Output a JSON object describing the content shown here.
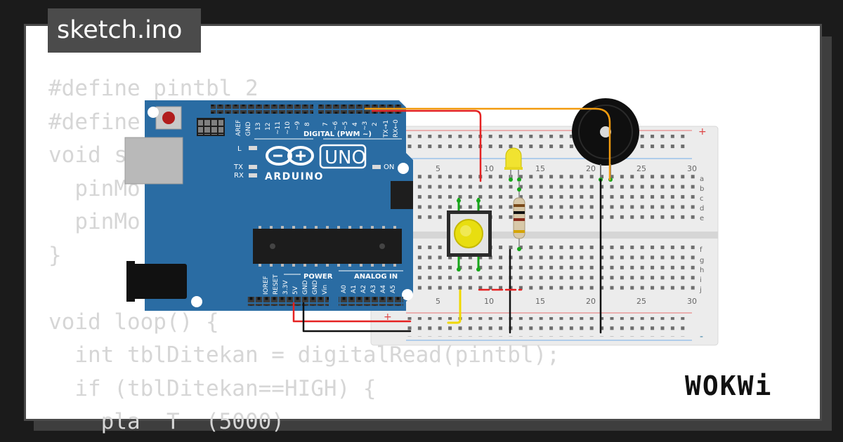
{
  "file_tab": {
    "label": "sketch.ino"
  },
  "code_lines": [
    "#define pintbl 2",
    "#define",
    "void s",
    "  pinMo",
    "  pinMo",
    "}",
    "",
    "void loop() {",
    "  int tblDitekan = digitalRead(pintbl);",
    "  if (tblDitekan==HIGH) {",
    "    pla  T  (5000)"
  ],
  "arduino": {
    "aref": "AREF",
    "gnd": "GND",
    "pin13": "13",
    "pin12": "12",
    "pin11": "~11",
    "pin10": "~10",
    "pin9": "~9",
    "pin8": "8",
    "pin7": "7",
    "pin6": "~6",
    "pin5": "~5",
    "pin4": "4",
    "pin3": "~3",
    "pin2": "2",
    "tx": "TX→1",
    "rx": "RX←0",
    "digital_label": "DIGITAL (PWM ~)",
    "led_l": "L",
    "led_tx": "TX",
    "led_rx": "RX",
    "uno": "UNO",
    "arduino": "ARDUINO",
    "on": "ON",
    "power_label": "POWER",
    "analog_label": "ANALOG IN",
    "ioref": "IOREF",
    "reset": "RESET",
    "v33": "3.3V",
    "v5": "5V",
    "gnd1": "GND",
    "gnd2": "GND",
    "vin": "Vin",
    "a0": "A0",
    "a1": "A1",
    "a2": "A2",
    "a3": "A3",
    "a4": "A4",
    "a5": "A5"
  },
  "breadboard": {
    "top_numbers": [
      "5",
      "10",
      "15",
      "20",
      "25",
      "30"
    ],
    "bottom_numbers": [
      "5",
      "10",
      "15",
      "20",
      "25",
      "30"
    ],
    "row_letters_top": [
      "a",
      "b",
      "c",
      "d",
      "e"
    ],
    "row_letters_bottom": [
      "f",
      "g",
      "h",
      "i",
      "j"
    ],
    "plus": "+",
    "minus": "-"
  },
  "brand": {
    "label": "WOKWi"
  },
  "colors": {
    "board": "#2a6ca3",
    "wire_red": "#e52222",
    "wire_orange": "#f29b0e",
    "wire_black": "#111111",
    "wire_yellow": "#f0d800",
    "wire_green": "#17a61a"
  }
}
